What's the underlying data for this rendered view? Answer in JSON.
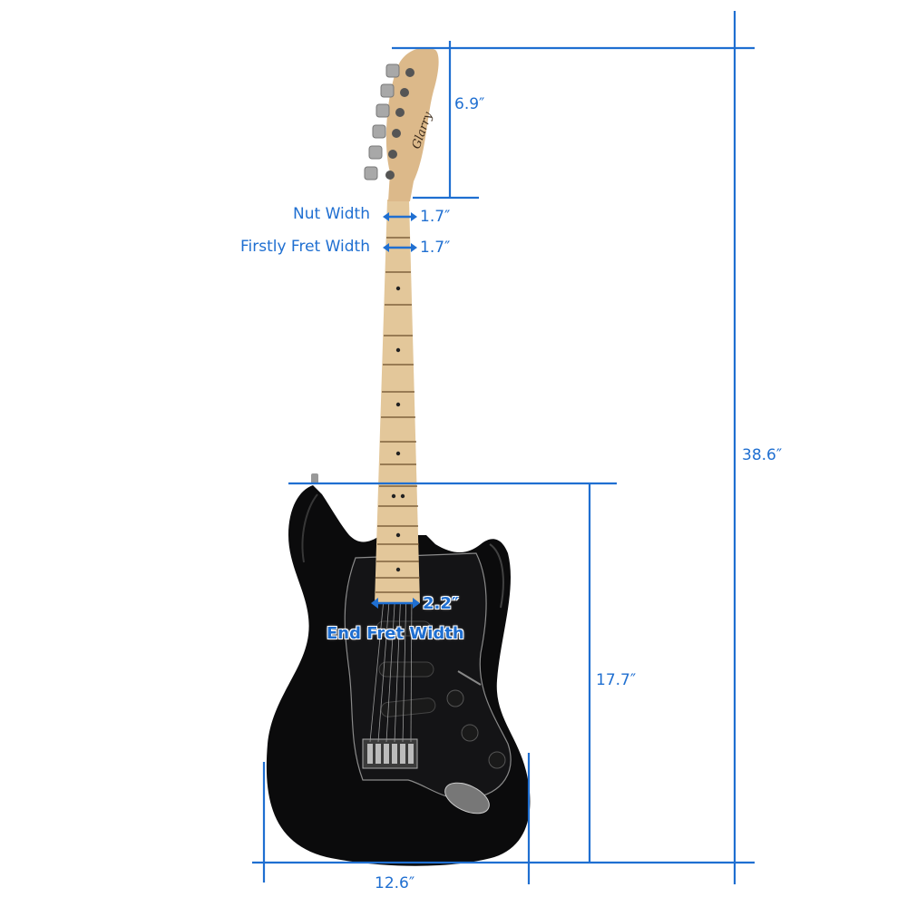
{
  "colors": {
    "dimension_line": "#1f6fd1",
    "label": "#1f6fd1",
    "body": "#0b0b0c",
    "pickguard": "#111113",
    "maple": "#e3c79a",
    "headstock": "#dcb98a"
  },
  "headstock": {
    "brand": "Glarry",
    "length": "6.9″"
  },
  "measurements": {
    "headstock_length": {
      "value": "6.9″"
    },
    "nut_width": {
      "label": "Nut Width",
      "value": "1.7″"
    },
    "first_fret_width": {
      "label": "Firstly Fret Width",
      "value": "1.7″"
    },
    "end_fret_width": {
      "label": "End Fret Width",
      "value": "2.2″"
    },
    "body_length": {
      "value": "17.7″"
    },
    "total_length": {
      "value": "38.6″"
    },
    "body_width": {
      "value": "12.6″"
    }
  }
}
